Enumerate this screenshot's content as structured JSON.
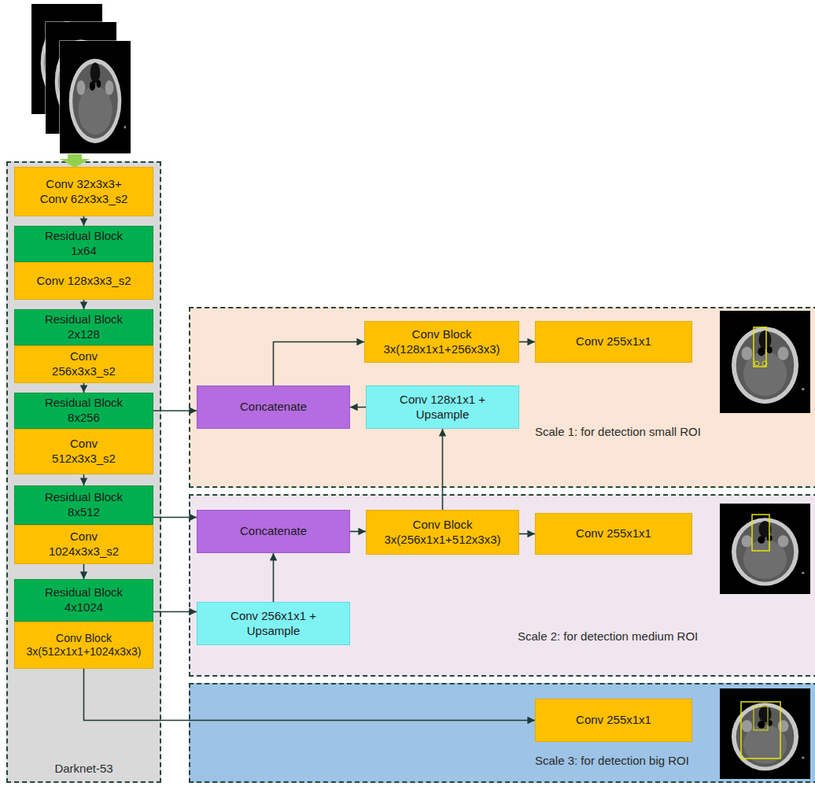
{
  "diagram": {
    "nodes": [
      {
        "text": [
          "Darknet-53"
        ]
      },
      {
        "text": [
          "Conv 32x3x3+ Conv 62x3x3_s2"
        ],
        "in": 0
      },
      {
        "text": [
          "Residual Block 1x64"
        ],
        "in": 0
      },
      {
        "text": [
          "Conv 128x3x3_s2"
        ],
        "in": 0
      },
      {
        "text": [
          "Residual Block 2x128"
        ],
        "in": 0
      },
      {
        "text": [
          "Conv 256x3x3_s2"
        ],
        "in": 0
      },
      {
        "text": [
          "Residual Block 8x256"
        ],
        "in": 0
      },
      {
        "text": [
          "Conv 512x3x3_s2"
        ],
        "in": 0
      },
      {
        "text": [
          "Residual Block 8x512"
        ],
        "in": 0
      },
      {
        "text": [
          "Conv 1024x3x3_s2"
        ],
        "in": 0
      },
      {
        "text": [
          "Residual Block 4x1024"
        ],
        "in": 0
      },
      {
        "text": [
          "Conv Block 3x(512x1x1+1024x3x3)"
        ],
        "in": 0
      },
      {
        "text": [
          "Scale 1: for detection small ROI"
        ]
      },
      {
        "text": [
          "Conv Block 3x(128x1x1+256x3x3)"
        ],
        "in": 12
      },
      {
        "text": [
          "Conv 255x1x1"
        ],
        "in": 12
      },
      {
        "text": [
          "Concatenate"
        ],
        "in": 12
      },
      {
        "text": [
          "Conv 128x1x1 + Upsample"
        ],
        "in": 12
      },
      {
        "text": [
          "Scale 2: for detection medium ROI"
        ]
      },
      {
        "text": [
          "Concatenate"
        ],
        "in": 17
      },
      {
        "text": [
          "Conv Block 3x(256x1x1+512x3x3)"
        ],
        "in": 17
      },
      {
        "text": [
          "Conv 255x1x1"
        ],
        "in": 17
      },
      {
        "text": [
          "Conv 256x1x1 + Upsample"
        ],
        "in": 17
      },
      {
        "text": [
          "Scale 3: for detection big ROI"
        ]
      },
      {
        "text": [
          "Conv 255x1x1"
        ],
        "in": 22
      }
    ],
    "edges": [
      {
        "from": 1,
        "to": 2,
        "arrow": "to"
      },
      {
        "from": 3,
        "to": 4,
        "arrow": "to"
      },
      {
        "from": 5,
        "to": 6,
        "arrow": "to"
      },
      {
        "from": 7,
        "to": 8,
        "arrow": "to"
      },
      {
        "from": 9,
        "to": 10,
        "arrow": "to"
      },
      {
        "from": 6,
        "to": 15,
        "arrow": "to"
      },
      {
        "from": 8,
        "to": 18,
        "arrow": "to"
      },
      {
        "from": 10,
        "to": 21,
        "arrow": "to"
      },
      {
        "from": 21,
        "to": 18,
        "arrow": "to"
      },
      {
        "from": 18,
        "to": 19,
        "arrow": "to"
      },
      {
        "from": 19,
        "to": 20,
        "arrow": "to"
      },
      {
        "from": 19,
        "to": 16,
        "arrow": "to"
      },
      {
        "from": 16,
        "to": 15,
        "arrow": "to"
      },
      {
        "from": 15,
        "to": 13,
        "arrow": "to"
      },
      {
        "from": 13,
        "to": 14,
        "arrow": "to"
      },
      {
        "from": 11,
        "to": 23,
        "arrow": "to"
      }
    ]
  }
}
